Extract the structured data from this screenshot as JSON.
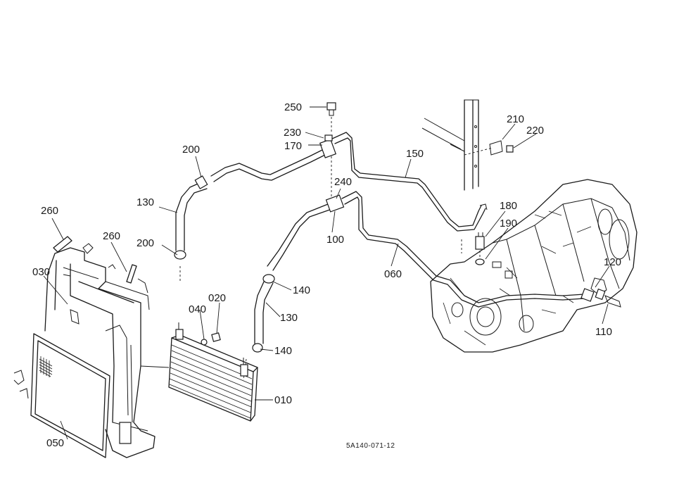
{
  "drawing_code": "5A140-071-12",
  "part_labels": [
    {
      "id": "p250",
      "text": "250"
    },
    {
      "id": "p230",
      "text": "230"
    },
    {
      "id": "p170",
      "text": "170"
    },
    {
      "id": "p210",
      "text": "210"
    },
    {
      "id": "p220",
      "text": "220"
    },
    {
      "id": "p200a",
      "text": "200"
    },
    {
      "id": "p150",
      "text": "150"
    },
    {
      "id": "p240",
      "text": "240"
    },
    {
      "id": "p130a",
      "text": "130"
    },
    {
      "id": "p180",
      "text": "180"
    },
    {
      "id": "p190",
      "text": "190"
    },
    {
      "id": "p100",
      "text": "100"
    },
    {
      "id": "p260a",
      "text": "260"
    },
    {
      "id": "p260b",
      "text": "260"
    },
    {
      "id": "p200b",
      "text": "200"
    },
    {
      "id": "p060",
      "text": "060"
    },
    {
      "id": "p120",
      "text": "120"
    },
    {
      "id": "p030",
      "text": "030"
    },
    {
      "id": "p140a",
      "text": "140"
    },
    {
      "id": "p020",
      "text": "020"
    },
    {
      "id": "p040",
      "text": "040"
    },
    {
      "id": "p130b",
      "text": "130"
    },
    {
      "id": "p110",
      "text": "110"
    },
    {
      "id": "p140b",
      "text": "140"
    },
    {
      "id": "p010",
      "text": "010"
    },
    {
      "id": "p050",
      "text": "050"
    }
  ]
}
